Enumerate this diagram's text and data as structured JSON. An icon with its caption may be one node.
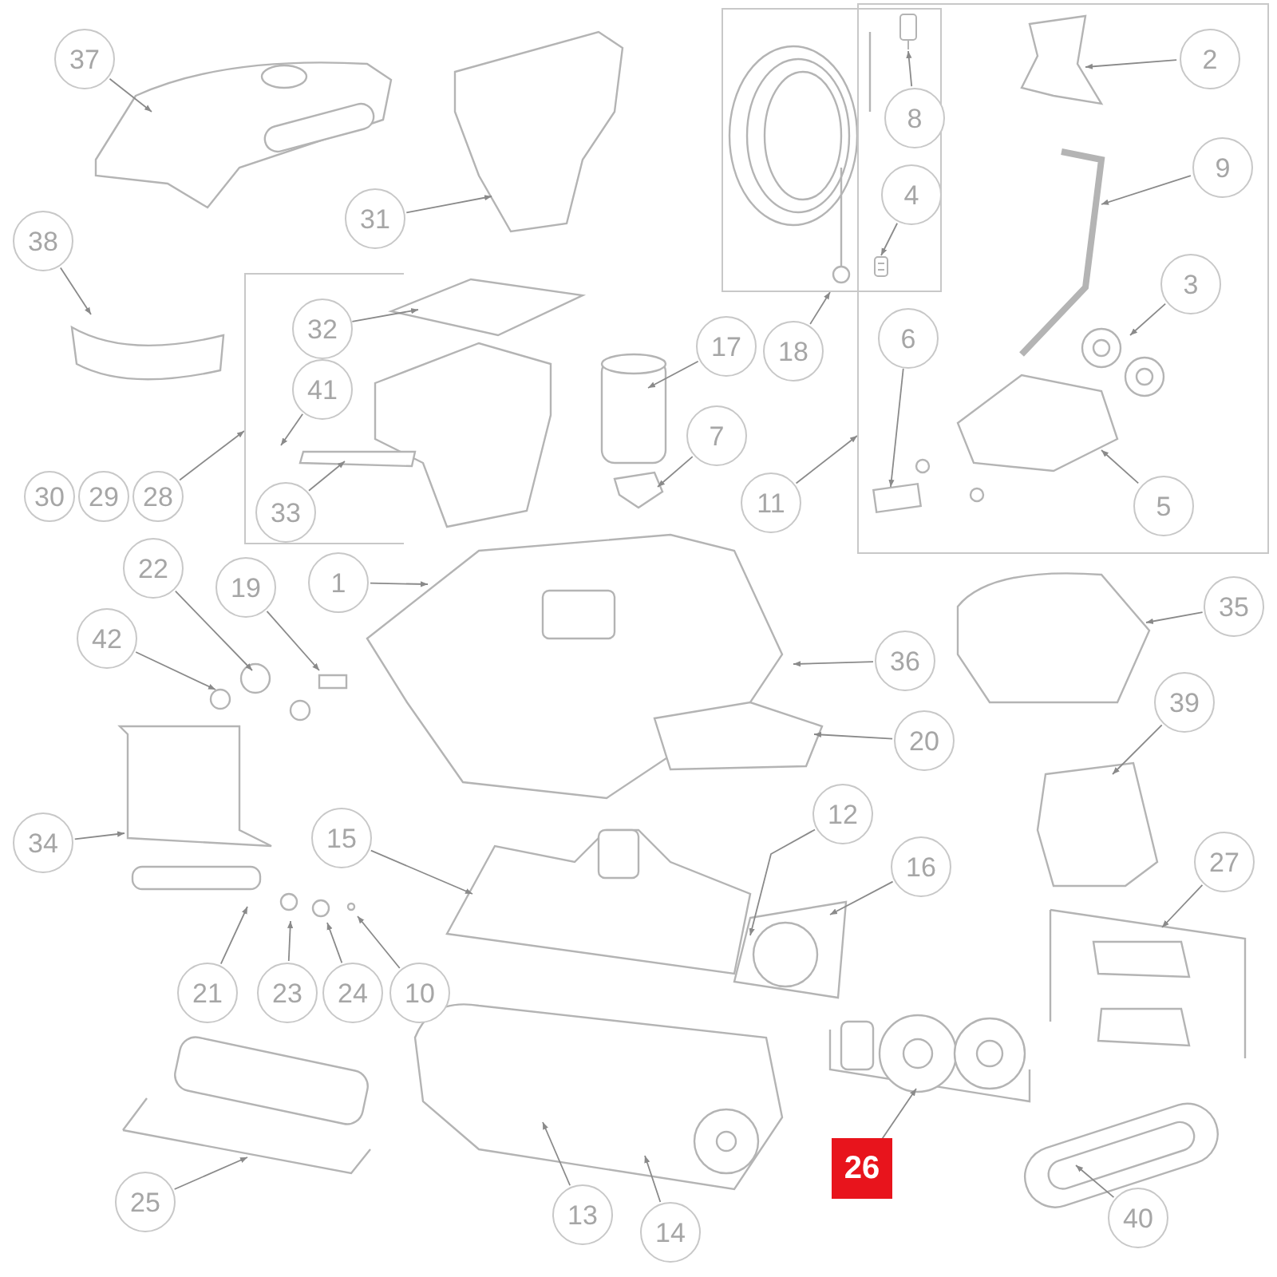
{
  "diagram": {
    "nodes": [
      {
        "text": [
          "37"
        ]
      },
      {
        "text": [],
        "shape": "box"
      },
      {
        "text": [
          "8"
        ]
      },
      {
        "text": [
          "4"
        ]
      },
      {
        "text": [],
        "shape": "box"
      },
      {
        "text": [
          "2"
        ],
        "in": 4
      },
      {
        "text": [
          "9"
        ],
        "in": 4
      },
      {
        "text": [
          "31"
        ]
      },
      {
        "text": [
          "3"
        ],
        "in": 4
      },
      {
        "text": [
          "38"
        ]
      },
      {
        "text": [],
        "shape": "box"
      },
      {
        "text": [
          "32"
        ],
        "in": 10
      },
      {
        "text": [
          "17"
        ]
      },
      {
        "text": [
          "6"
        ],
        "in": 4
      },
      {
        "text": [
          "41"
        ],
        "in": 10
      },
      {
        "text": [
          "18"
        ]
      },
      {
        "text": [
          "7"
        ]
      },
      {
        "text": [
          "11"
        ]
      },
      {
        "text": [
          "33"
        ],
        "in": 10
      },
      {
        "text": [
          "30"
        ]
      },
      {
        "text": [
          "29"
        ]
      },
      {
        "text": [
          "28"
        ]
      },
      {
        "text": [
          "5"
        ],
        "in": 4
      },
      {
        "text": [
          "22"
        ]
      },
      {
        "text": [
          "19"
        ]
      },
      {
        "text": [
          "1"
        ]
      },
      {
        "text": [
          "42"
        ]
      },
      {
        "text": [
          "35"
        ]
      },
      {
        "text": [
          "36"
        ]
      },
      {
        "text": [
          "20"
        ]
      },
      {
        "text": [
          "39"
        ]
      },
      {
        "text": [
          "12"
        ]
      },
      {
        "text": [
          "34"
        ]
      },
      {
        "text": [
          "15"
        ]
      },
      {
        "text": [
          "16"
        ]
      },
      {
        "text": [
          "27"
        ]
      },
      {
        "text": [
          "21"
        ]
      },
      {
        "text": [
          "23"
        ]
      },
      {
        "text": [
          "24"
        ]
      },
      {
        "text": [
          "10"
        ]
      },
      {
        "text": [
          "26"
        ]
      },
      {
        "text": [
          "25"
        ]
      },
      {
        "text": [
          "13"
        ]
      },
      {
        "text": [
          "14"
        ]
      },
      {
        "text": [
          "40"
        ]
      },
      {
        "text": [],
        "shape": "picture"
      },
      {
        "text": [],
        "shape": "picture"
      }
    ],
    "edges": [
      {
        "from": 0,
        "to": null,
        "arrow": "to"
      },
      {
        "from": 2,
        "to": 45,
        "arrow": "to"
      },
      {
        "from": 3,
        "to": 46,
        "arrow": "to"
      },
      {
        "from": 5,
        "to": null,
        "arrow": "to"
      },
      {
        "from": 6,
        "to": null,
        "arrow": "to"
      },
      {
        "from": 7,
        "to": null,
        "arrow": "to"
      },
      {
        "from": 8,
        "to": null,
        "arrow": "to"
      },
      {
        "from": 9,
        "to": null,
        "arrow": "to"
      },
      {
        "from": 11,
        "to": null,
        "arrow": "to"
      },
      {
        "from": 12,
        "to": null,
        "arrow": "to"
      },
      {
        "from": 13,
        "to": null,
        "arrow": "to"
      },
      {
        "from": 14,
        "to": null,
        "arrow": "to"
      },
      {
        "from": 15,
        "to": 1,
        "arrow": "to"
      },
      {
        "from": 16,
        "to": null,
        "arrow": "to"
      },
      {
        "from": 17,
        "to": 4,
        "arrow": "to"
      },
      {
        "from": 18,
        "to": null,
        "arrow": "to"
      },
      {
        "from": 21,
        "to": 10,
        "arrow": "to"
      },
      {
        "from": 22,
        "to": null,
        "arrow": "to"
      },
      {
        "from": 23,
        "to": null,
        "arrow": "to"
      },
      {
        "from": 24,
        "to": null,
        "arrow": "to"
      },
      {
        "from": 25,
        "to": null,
        "arrow": "to"
      },
      {
        "from": 26,
        "to": null,
        "arrow": "to"
      },
      {
        "from": 27,
        "to": null,
        "arrow": "to"
      },
      {
        "from": 28,
        "to": null,
        "arrow": "to"
      },
      {
        "from": 29,
        "to": null,
        "arrow": "to"
      },
      {
        "from": 30,
        "to": null,
        "arrow": "to"
      },
      {
        "from": 31,
        "to": null,
        "arrow": "to"
      },
      {
        "from": 32,
        "to": null,
        "arrow": "to"
      },
      {
        "from": 33,
        "to": null,
        "arrow": "to"
      },
      {
        "from": 34,
        "to": null,
        "arrow": "to"
      },
      {
        "from": 35,
        "to": null,
        "arrow": "to"
      },
      {
        "from": 36,
        "to": null,
        "arrow": "to"
      },
      {
        "from": 37,
        "to": null,
        "arrow": "to"
      },
      {
        "from": 38,
        "to": null,
        "arrow": "to"
      },
      {
        "from": 39,
        "to": null,
        "arrow": "to"
      },
      {
        "from": 40,
        "to": null,
        "arrow": "to"
      },
      {
        "from": 41,
        "to": null,
        "arrow": "to"
      },
      {
        "from": 42,
        "to": null,
        "arrow": "to"
      },
      {
        "from": 43,
        "to": null,
        "arrow": "to"
      },
      {
        "from": 44,
        "to": null,
        "arrow": "to"
      }
    ]
  }
}
